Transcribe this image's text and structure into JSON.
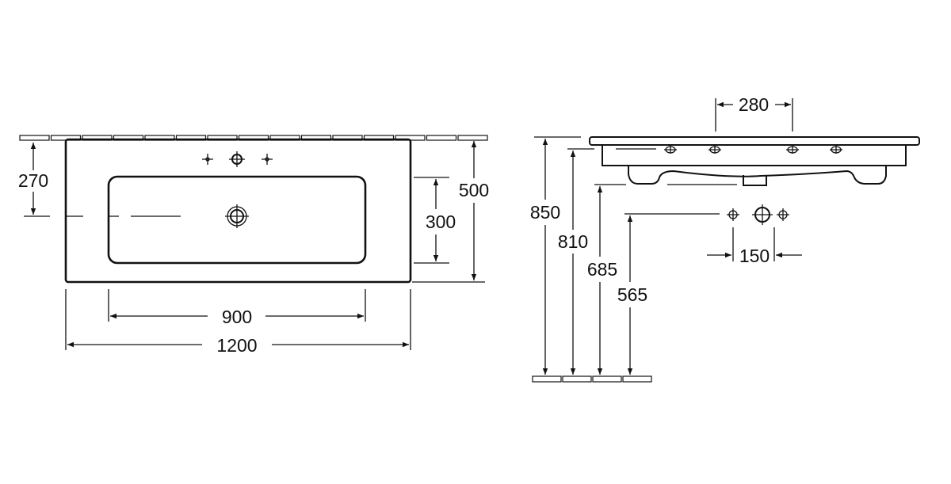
{
  "top_view": {
    "dimensions": {
      "tap_centerline_depth": "270",
      "overall_depth": "500",
      "bowl_depth": "300",
      "bowl_width": "900",
      "overall_width": "1200"
    }
  },
  "side_view": {
    "dimensions": {
      "overflow_spacing": "280",
      "top_height": "850",
      "underside_height": "810",
      "foot_height": "685",
      "wall_outlet_height": "565",
      "outlet_spacing": "150"
    }
  },
  "colors": {
    "line": "#111111",
    "background": "#ffffff"
  }
}
